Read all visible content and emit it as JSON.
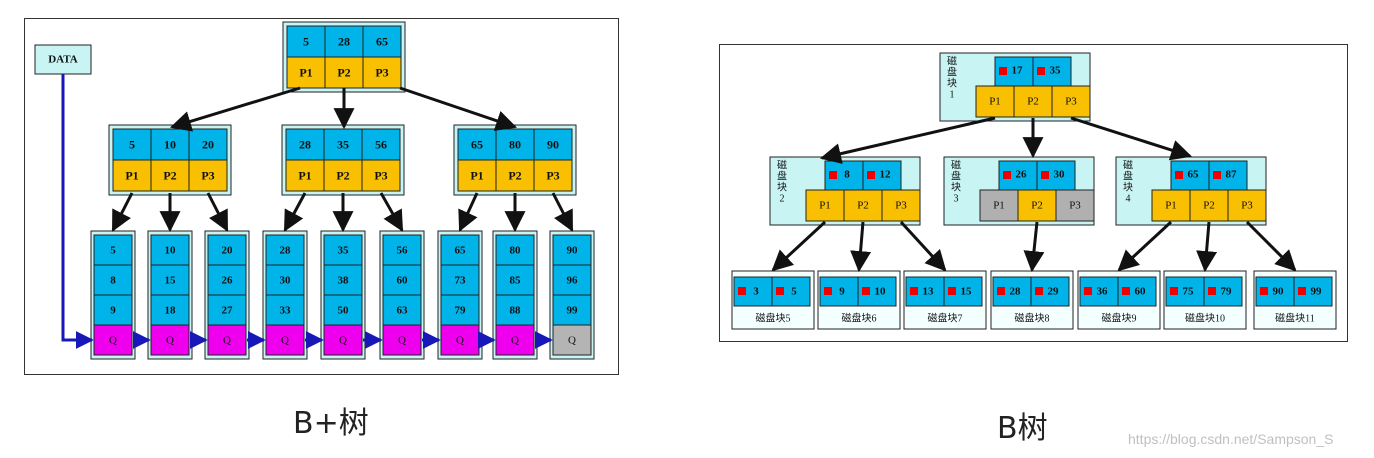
{
  "captions": {
    "bplus": "B+树",
    "btree": "B树"
  },
  "watermark": "https://blog.csdn.net/Sampson_S",
  "colors": {
    "key": "#00b4ea",
    "ptr": "#f8c000",
    "q": "#ee00ee",
    "qEmpty": "#b4b4b4",
    "pGray": "#b0b0b0",
    "nodeBg": "#c8f4f4",
    "arrow": "#111111",
    "link": "#1818b8",
    "marker": "#ee0000"
  },
  "bplus": {
    "data_label": "DATA",
    "root": {
      "keys": [
        "5",
        "28",
        "65"
      ],
      "ptrs": [
        "P1",
        "P2",
        "P3"
      ]
    },
    "internal": [
      {
        "keys": [
          "5",
          "10",
          "20"
        ],
        "ptrs": [
          "P1",
          "P2",
          "P3"
        ]
      },
      {
        "keys": [
          "28",
          "35",
          "56"
        ],
        "ptrs": [
          "P1",
          "P2",
          "P3"
        ]
      },
      {
        "keys": [
          "65",
          "80",
          "90"
        ],
        "ptrs": [
          "P1",
          "P2",
          "P3"
        ]
      }
    ],
    "leaves": [
      {
        "keys": [
          "5",
          "8",
          "9"
        ],
        "q": "Q"
      },
      {
        "keys": [
          "10",
          "15",
          "18"
        ],
        "q": "Q"
      },
      {
        "keys": [
          "20",
          "26",
          "27"
        ],
        "q": "Q"
      },
      {
        "keys": [
          "28",
          "30",
          "33"
        ],
        "q": "Q"
      },
      {
        "keys": [
          "35",
          "38",
          "50"
        ],
        "q": "Q"
      },
      {
        "keys": [
          "56",
          "60",
          "63"
        ],
        "q": "Q"
      },
      {
        "keys": [
          "65",
          "73",
          "79"
        ],
        "q": "Q"
      },
      {
        "keys": [
          "80",
          "85",
          "88"
        ],
        "q": "Q"
      },
      {
        "keys": [
          "90",
          "96",
          "99"
        ],
        "q": "Q",
        "last": true
      }
    ]
  },
  "btree": {
    "root": {
      "label": [
        "磁",
        "盘",
        "块",
        "1"
      ],
      "keys": [
        "17",
        "35"
      ],
      "ptrs": [
        "P1",
        "P2",
        "P3"
      ]
    },
    "middle": [
      {
        "label": [
          "磁",
          "盘",
          "块",
          "2"
        ],
        "keys": [
          "8",
          "12"
        ],
        "ptrs": [
          "P1",
          "P2",
          "P3"
        ]
      },
      {
        "label": [
          "磁",
          "盘",
          "块",
          "3"
        ],
        "keys": [
          "26",
          "30"
        ],
        "ptrs": [
          "P1",
          "P2",
          "P3"
        ],
        "gray": [
          0,
          2
        ]
      },
      {
        "label": [
          "磁",
          "盘",
          "块",
          "4"
        ],
        "keys": [
          "65",
          "87"
        ],
        "ptrs": [
          "P1",
          "P2",
          "P3"
        ]
      }
    ],
    "leaves": [
      {
        "keys": [
          "3",
          "5"
        ],
        "label": "磁盘块5"
      },
      {
        "keys": [
          "9",
          "10"
        ],
        "label": "磁盘块6"
      },
      {
        "keys": [
          "13",
          "15"
        ],
        "label": "磁盘块7"
      },
      {
        "keys": [
          "28",
          "29"
        ],
        "label": "磁盘块8"
      },
      {
        "keys": [
          "36",
          "60"
        ],
        "label": "磁盘块9"
      },
      {
        "keys": [
          "75",
          "79"
        ],
        "label": "磁盘块10"
      },
      {
        "keys": [
          "90",
          "99"
        ],
        "label": "磁盘块11"
      }
    ]
  }
}
